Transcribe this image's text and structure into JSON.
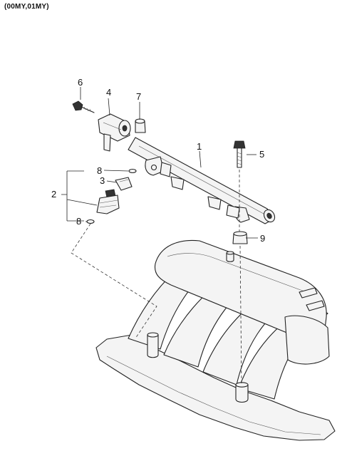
{
  "header": {
    "model_years": "(00MY,01MY)"
  },
  "callouts": [
    {
      "id": "fuel-rail",
      "label": "1"
    },
    {
      "id": "injector-assembly",
      "label": "2"
    },
    {
      "id": "injector-clip",
      "label": "3"
    },
    {
      "id": "pressure-regulator",
      "label": "4"
    },
    {
      "id": "rail-bolt",
      "label": "5"
    },
    {
      "id": "regulator-bolt",
      "label": "6"
    },
    {
      "id": "rail-cap",
      "label": "7"
    },
    {
      "id": "o-ring-upper",
      "label": "8"
    },
    {
      "id": "o-ring-lower",
      "label": "8"
    },
    {
      "id": "spacer",
      "label": "9"
    }
  ]
}
